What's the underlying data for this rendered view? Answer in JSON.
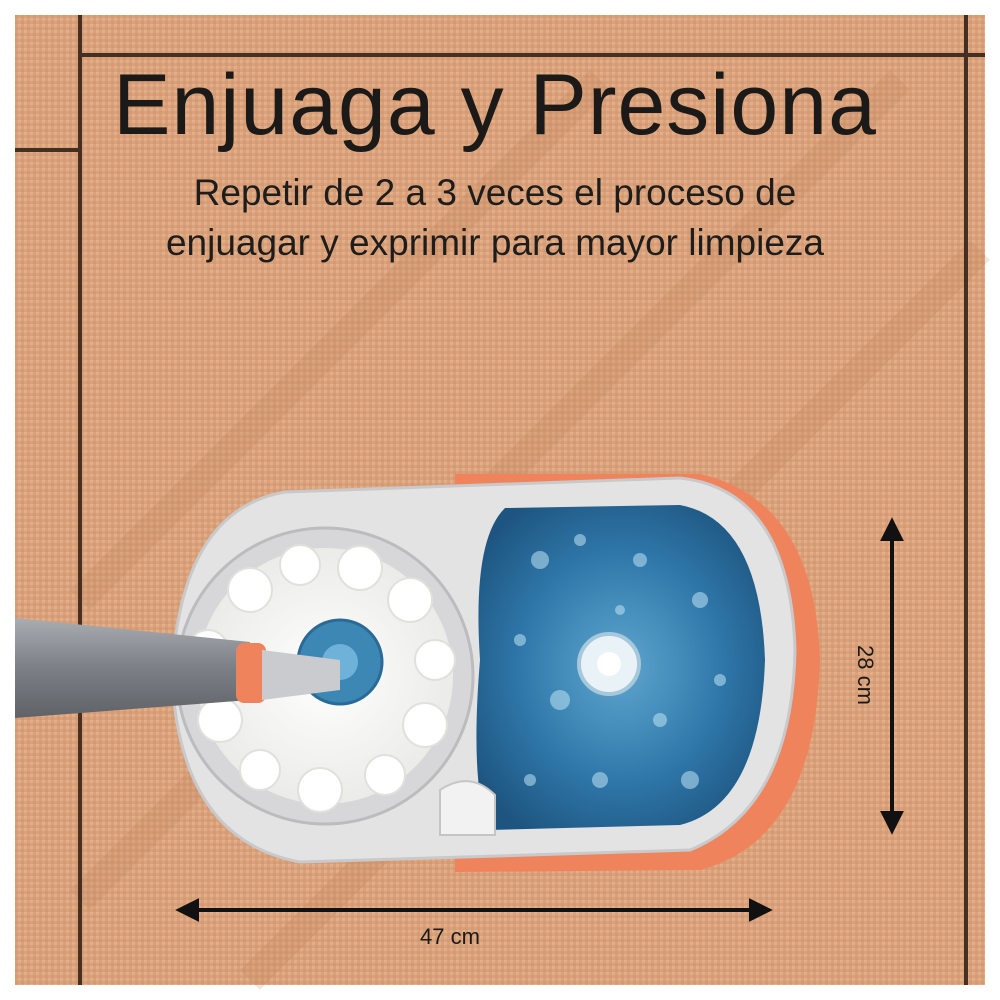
{
  "headline": "Enjuaga y Presiona",
  "subtitle_lines": [
    "Repetir de 2 a 3 veces el proceso de",
    "enjuagar y exprimir para mayor limpieza"
  ],
  "dimensions": {
    "width_label": "47 cm",
    "height_label": "28 cm"
  },
  "colors": {
    "floor": "#d9a27a",
    "bucket": "#e3e3e4",
    "rim": "#ef845c",
    "water": "#2a6fa0",
    "mop": "#f7f7f5",
    "handle": "#8b8e93"
  }
}
